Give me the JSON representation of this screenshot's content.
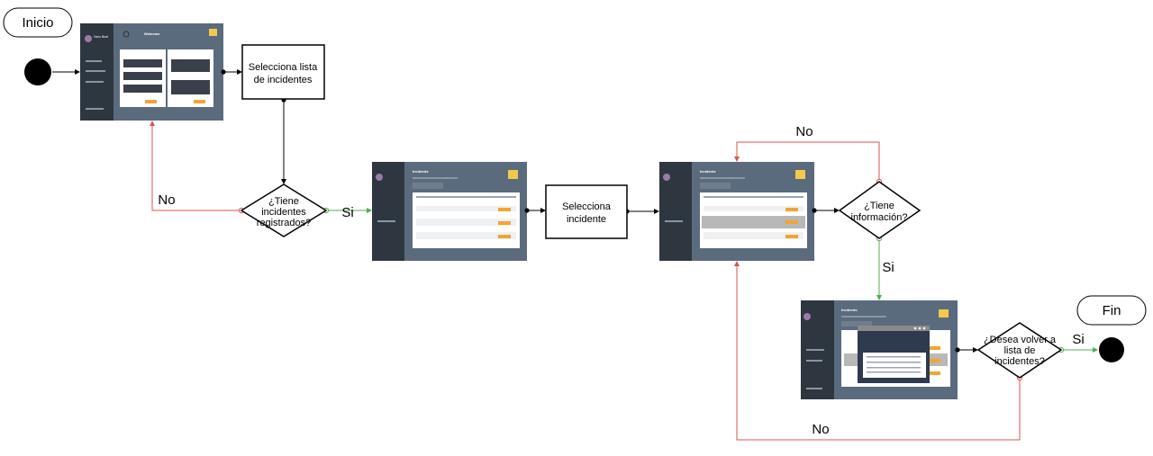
{
  "terminals": {
    "start": "Inicio",
    "end": "Fin"
  },
  "processes": {
    "select_list": [
      "Selecciona lista",
      "de incidentes"
    ],
    "select_incident": [
      "Selecciona",
      "incidente"
    ]
  },
  "decisions": {
    "has_incidents": [
      "¿Tiene",
      "incidentes",
      "registrados?"
    ],
    "has_info": [
      "¿Tiene",
      "información?"
    ],
    "return_list": [
      "¿Desea volver a",
      "lista de",
      "incidentes?"
    ]
  },
  "edge_labels": {
    "no_incidents": "No",
    "yes_incidents": "Si",
    "no_info": "No",
    "yes_info": "Si",
    "yes_return": "Si",
    "no_return": "No"
  },
  "colors": {
    "yes": "#4caf50",
    "no": "#d9534f",
    "flow": "#000000",
    "screen_bg": "#5b6b7e",
    "sidebar": "#2e3640",
    "accent": "#f2c94c"
  },
  "screens": {
    "home": {
      "welcome": "Welcome",
      "user": "Xavo Beal"
    },
    "incident_list": {
      "title": "Incidents"
    },
    "incident_selected": {
      "title": "Incidents"
    },
    "incident_detail": {
      "title": "Incidents"
    }
  }
}
